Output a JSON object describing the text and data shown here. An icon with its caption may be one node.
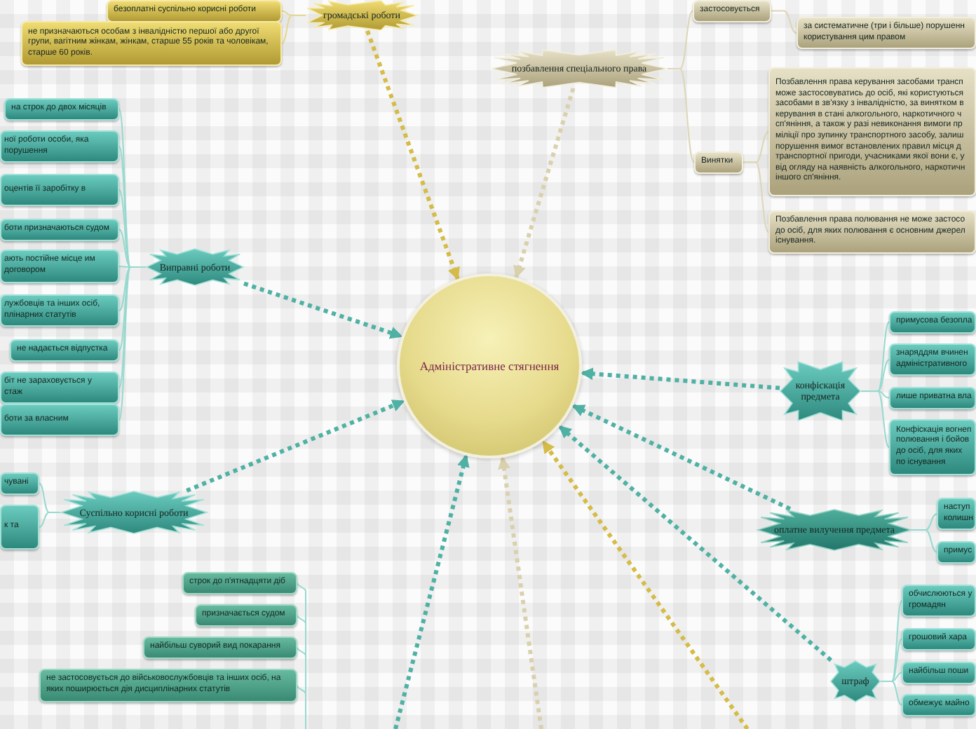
{
  "diagram": {
    "nodes": [
      {
        "text": [
          "Адміністративне стягнення"
        ]
      },
      {
        "text": [
          "громадські роботи"
        ]
      },
      {
        "text": [
          "безоплатні суспільно корисні роботи"
        ]
      },
      {
        "text": [
          "не призначаються особам з інвалідністю першої або другої групи, вагітним жінкам, жінкам, старше 55 років та чоловікам, старше 60 років."
        ]
      },
      {
        "text": [
          "позбавлення спеціального права"
        ]
      },
      {
        "text": [
          "застосовується"
        ]
      },
      {
        "text": [
          "за систематичне (три і більше) порушенн користування цим правом"
        ]
      },
      {
        "text": [
          "Винятки"
        ]
      },
      {
        "text": [
          "Позбавлення права керування засобами трансп може застосовуватись до осіб, які користуються засобами в зв'язку з інвалідністю, за винятком в керування в стані алкогольного, наркотичного ч сп'яніння, а також у разі невиконання вимоги пр міліції про зупинку транспортного засобу, залиш порушення вимог встановлених правил місця д транспортної пригоди, учасниками якої вони є, у від огляду на наявність алкогольного, наркотичн іншого сп'яніння."
        ]
      },
      {
        "text": [
          "Позбавлення права полювання не може застосо до осіб, для яких полювання є основним джерел існування."
        ]
      },
      {
        "text": [
          "Виправні роботи"
        ]
      },
      {
        "text": [
          "на строк до двох місяців"
        ]
      },
      {
        "text": [
          "ної роботи особи, яка порушення"
        ]
      },
      {
        "text": [
          "оцентів її заробітку в"
        ]
      },
      {
        "text": [
          "боти призначаються судом"
        ]
      },
      {
        "text": [
          "ають постійне місце им договором"
        ]
      },
      {
        "text": [
          "лужбовців та інших осіб, плінарних статутів"
        ]
      },
      {
        "text": [
          "не надається відпустка"
        ]
      },
      {
        "text": [
          "біт не зараховується у стаж"
        ]
      },
      {
        "text": [
          "боти за власним"
        ]
      },
      {
        "text": [
          "Суспільно корисні роботи"
        ]
      },
      {
        "text": [
          "чувані"
        ]
      },
      {
        "text": [
          "к та"
        ]
      },
      {
        "text": [
          "конфіскація предмета"
        ]
      },
      {
        "text": [
          "примусова безопла"
        ]
      },
      {
        "text": [
          "знаряддям вчинен адміністративного"
        ]
      },
      {
        "text": [
          "лише приватна вла"
        ]
      },
      {
        "text": [
          "Конфіскація вогнеп полювання і бойов до осіб, для яких по існування"
        ]
      },
      {
        "text": [
          "оплатне вилучення предмета"
        ]
      },
      {
        "text": [
          "наступ колишн"
        ]
      },
      {
        "text": [
          "примус"
        ]
      },
      {
        "text": [
          "штраф"
        ]
      },
      {
        "text": [
          "обчислюються у громадян"
        ]
      },
      {
        "text": [
          "грошовий хара"
        ]
      },
      {
        "text": [
          "найбільш поши"
        ]
      },
      {
        "text": [
          "обмежує майно"
        ]
      },
      {
        "text": [
          "строк до п'ятнадцяти діб"
        ]
      },
      {
        "text": [
          "призначається судом"
        ]
      },
      {
        "text": [
          "найбільш суворий вид покарання"
        ]
      },
      {
        "text": [
          "не застосовується до військовослужбовців та інших осіб, на яких поширюється дія дисциплінарних статутів"
        ]
      }
    ],
    "edges": [
      {
        "from": 1,
        "to": 0,
        "arrow": "to",
        "style": "dashed",
        "color": "#d5bb47"
      },
      {
        "from": 4,
        "to": 0,
        "arrow": "to",
        "style": "dashed",
        "color": "#d9d1ad"
      },
      {
        "from": 10,
        "to": 0,
        "arrow": "to",
        "style": "dashed"
      },
      {
        "from": 20,
        "to": 0,
        "arrow": "to",
        "style": "dashed"
      },
      {
        "from": 23,
        "to": 0,
        "arrow": "to",
        "style": "dashed"
      },
      {
        "from": 28,
        "to": 0,
        "arrow": "to",
        "style": "dashed"
      },
      {
        "from": 31,
        "to": 0,
        "arrow": "to",
        "style": "dashed"
      },
      {
        "from": null,
        "to": 0,
        "arrow": "to",
        "style": "dashed"
      },
      {
        "from": null,
        "to": 0,
        "arrow": "to",
        "style": "dashed",
        "color": "#d9d1ad"
      },
      {
        "from": null,
        "to": 0,
        "arrow": "to",
        "style": "dashed",
        "color": "#d5bb47"
      },
      {
        "from": 1,
        "to": 2,
        "arrow": "none",
        "color": "#e6d690"
      },
      {
        "from": 1,
        "to": 3,
        "arrow": "none",
        "color": "#e6d690"
      },
      {
        "from": 4,
        "to": 5,
        "arrow": "none",
        "color": "#ddd6b8"
      },
      {
        "from": 4,
        "to": 7,
        "arrow": "none",
        "color": "#ddd6b8"
      },
      {
        "from": 5,
        "to": 6,
        "arrow": "none",
        "color": "#ddd6b8"
      },
      {
        "from": 7,
        "to": 8,
        "arrow": "none",
        "color": "#ddd6b8"
      },
      {
        "from": 7,
        "to": 9,
        "arrow": "none",
        "color": "#ddd6b8"
      },
      {
        "from": 10,
        "to": 11,
        "arrow": "none"
      },
      {
        "from": 10,
        "to": 12,
        "arrow": "none"
      },
      {
        "from": 10,
        "to": 13,
        "arrow": "none"
      },
      {
        "from": 10,
        "to": 14,
        "arrow": "none"
      },
      {
        "from": 10,
        "to": 15,
        "arrow": "none"
      },
      {
        "from": 10,
        "to": 16,
        "arrow": "none"
      },
      {
        "from": 10,
        "to": 17,
        "arrow": "none"
      },
      {
        "from": 10,
        "to": 18,
        "arrow": "none"
      },
      {
        "from": 10,
        "to": 19,
        "arrow": "none"
      },
      {
        "from": 20,
        "to": 21,
        "arrow": "none"
      },
      {
        "from": 20,
        "to": 22,
        "arrow": "none"
      },
      {
        "from": 23,
        "to": 24,
        "arrow": "none"
      },
      {
        "from": 23,
        "to": 25,
        "arrow": "none"
      },
      {
        "from": 23,
        "to": 26,
        "arrow": "none"
      },
      {
        "from": 23,
        "to": 27,
        "arrow": "none"
      },
      {
        "from": 28,
        "to": 29,
        "arrow": "none"
      },
      {
        "from": 28,
        "to": 30,
        "arrow": "none"
      },
      {
        "from": 31,
        "to": 32,
        "arrow": "none"
      },
      {
        "from": 31,
        "to": 33,
        "arrow": "none"
      },
      {
        "from": 31,
        "to": 34,
        "arrow": "none"
      },
      {
        "from": 31,
        "to": 35,
        "arrow": "none"
      },
      {
        "from": null,
        "to": 36,
        "arrow": "none"
      },
      {
        "from": null,
        "to": 37,
        "arrow": "none"
      },
      {
        "from": null,
        "to": 38,
        "arrow": "none"
      },
      {
        "from": null,
        "to": 39,
        "arrow": "none"
      }
    ]
  }
}
